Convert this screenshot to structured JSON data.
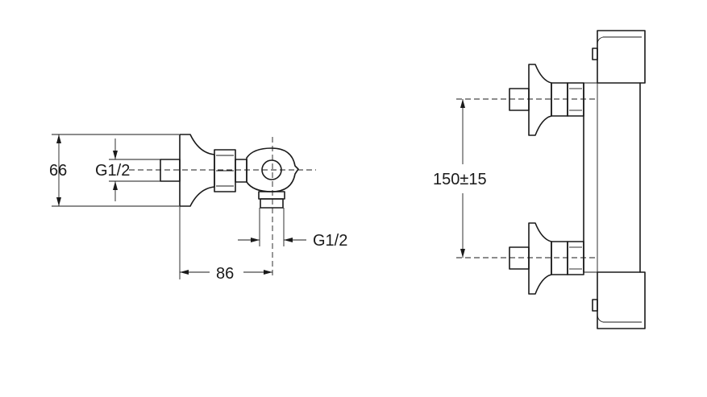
{
  "side_view": {
    "dim_height": "66",
    "dim_inlet_thread": "G1/2",
    "dim_outlet_thread": "G1/2",
    "dim_depth": "86"
  },
  "front_view": {
    "dim_centers": "150±15"
  }
}
